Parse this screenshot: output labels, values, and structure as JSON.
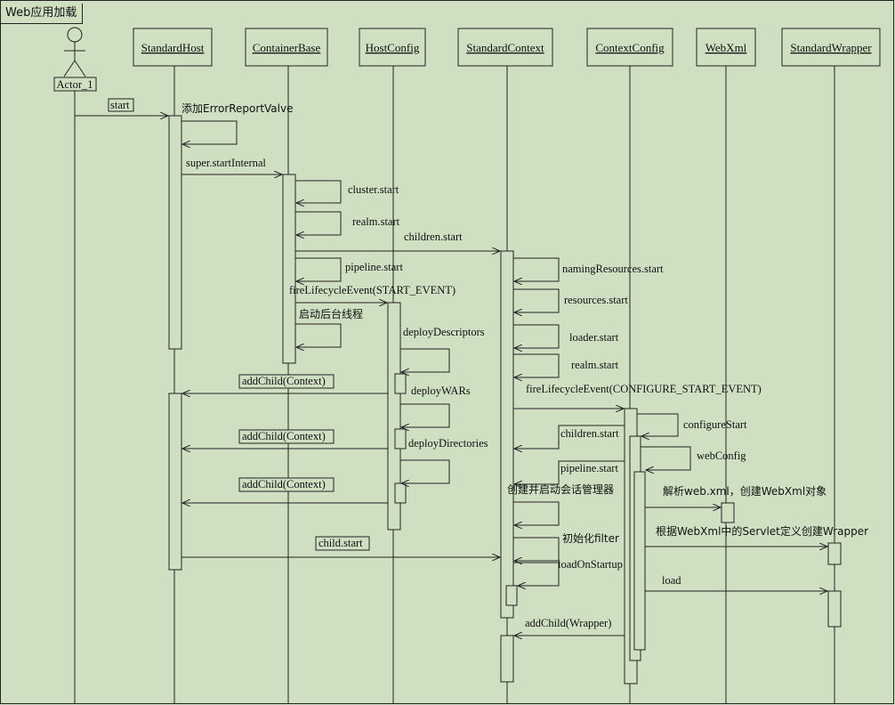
{
  "title": "Web应用加载",
  "actor": "Actor_1",
  "objects": [
    "StandardHost",
    "ContainerBase",
    "HostConfig",
    "StandardContext",
    "ContextConfig",
    "WebXml",
    "StandardWrapper"
  ],
  "messages": {
    "start": "start",
    "addValve": "添加ErrorReportValve",
    "superStart": "super.startInternal",
    "cluster": "cluster.start",
    "realm1": "realm.start",
    "children1": "children.start",
    "pipeline1": "pipeline.start",
    "fireStart": "fireLifecycleEvent(START_EVENT)",
    "bgThread": "启动后台线程",
    "deployDesc": "deployDescriptors",
    "addChild1": "addChild(Context)",
    "deployWARs": "deployWARs",
    "addChild2": "addChild(Context)",
    "deployDirs": "deployDirectories",
    "addChild3": "addChild(Context)",
    "childStart": "child.start",
    "naming": "namingResources.start",
    "resources": "resources.start",
    "loader": "loader.start",
    "realm2": "realm.start",
    "fireConfig": "fireLifecycleEvent(CONFIGURE_START_EVENT)",
    "configureStart": "configureStart",
    "children2": "children.start",
    "webConfig": "webConfig",
    "pipeline2": "pipeline.start",
    "parseWebXml": "解析web.xml，创建WebXml对象",
    "sessionMgr": "创建并启动会话管理器",
    "createWrapper": "根据WebXml中的Servlet定义创建Wrapper",
    "initFilter": "初始化filter",
    "loadOnStartup": "loadOnStartup",
    "load": "load",
    "addChildWrapper": "addChild(Wrapper)"
  }
}
